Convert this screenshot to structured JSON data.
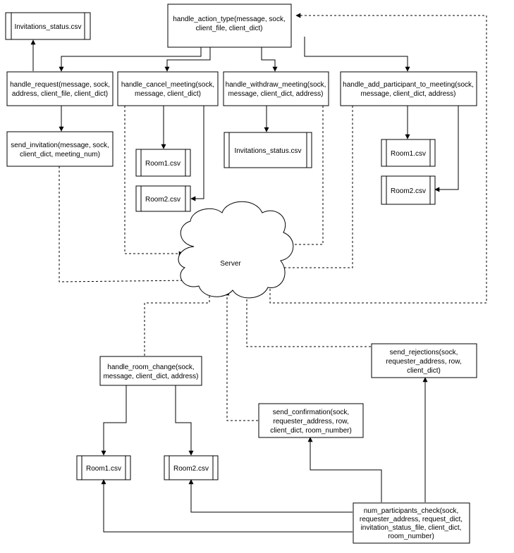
{
  "nodes": {
    "handle_action_type": [
      "handle_action_type(message, sock,",
      "client_file, client_dict)"
    ],
    "invitations_status_top": [
      "Invitations_status.csv"
    ],
    "handle_request": [
      "handle_request(message, sock,",
      "address, client_file, client_dict)"
    ],
    "handle_cancel_meeting": [
      "handle_cancel_meeting(sock,",
      "message, client_dict)"
    ],
    "handle_withdraw_meeting": [
      "handle_withdraw_meeting(sock,",
      "message, client_dict, address)"
    ],
    "handle_add_participant": [
      "handle_add_participant_to_meeting(sock,",
      "message, client_dict, address)"
    ],
    "send_invitation": [
      "send_invitation(message, sock,",
      "client_dict, meeting_num)"
    ],
    "room1_cancel": [
      "Room1.csv"
    ],
    "room2_cancel": [
      "Room2.csv"
    ],
    "invitations_status_mid": [
      "Invitations_status.csv"
    ],
    "room1_add": [
      "Room1.csv"
    ],
    "room2_add": [
      "Room2.csv"
    ],
    "server": [
      "Server"
    ],
    "handle_room_change": [
      "handle_room_change(sock,",
      "message, client_dict, address)"
    ],
    "send_rejections": [
      "send_rejections(sock,",
      "requester_address, row,",
      "client_dict)"
    ],
    "send_confirmation": [
      "send_confirmation(sock,",
      "requester_address, row,",
      "client_dict, room_number)"
    ],
    "room1_bottom": [
      "Room1.csv"
    ],
    "room2_bottom": [
      "Room2.csv"
    ],
    "num_participants_check": [
      "num_participants_check(sock,",
      "requester_address, request_dict,",
      "invitation_status_file, client_dict,",
      "room_number)"
    ]
  }
}
